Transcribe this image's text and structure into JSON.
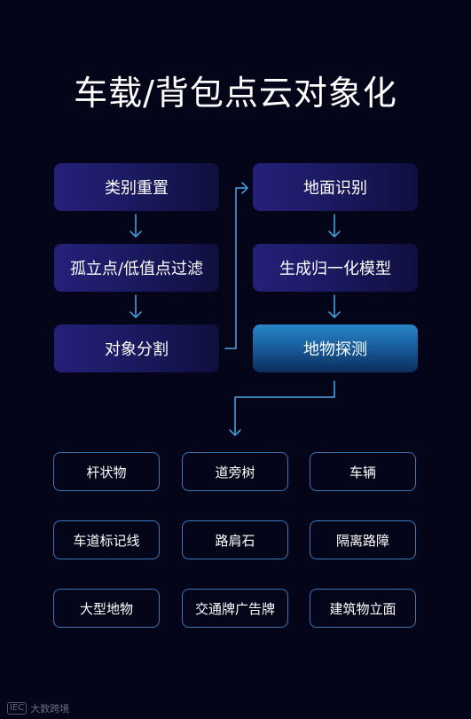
{
  "title": "车载/背包点云对象化",
  "left_steps": [
    "类别重置",
    "孤立点/低值点过滤",
    "对象分割"
  ],
  "right_steps": [
    "地面识别",
    "生成归一化模型",
    "地物探测"
  ],
  "categories": [
    [
      "杆状物",
      "道旁树",
      "车辆"
    ],
    [
      "车道标记线",
      "路肩石",
      "隔离路障"
    ],
    [
      "大型地物",
      "交通牌广告牌",
      "建筑物立面"
    ]
  ],
  "watermark": {
    "logo": "IEC",
    "text": "大数跨境"
  },
  "colors": {
    "background": "#05051a",
    "step_gradient_start": "#25207a",
    "step_gradient_end": "#0f0f3e",
    "active_step": "#2a86c9",
    "connector": "#4aa8e8",
    "category_border": "#3f76b8"
  },
  "icons": {
    "flow_arrow": "chevron-down-icon"
  }
}
